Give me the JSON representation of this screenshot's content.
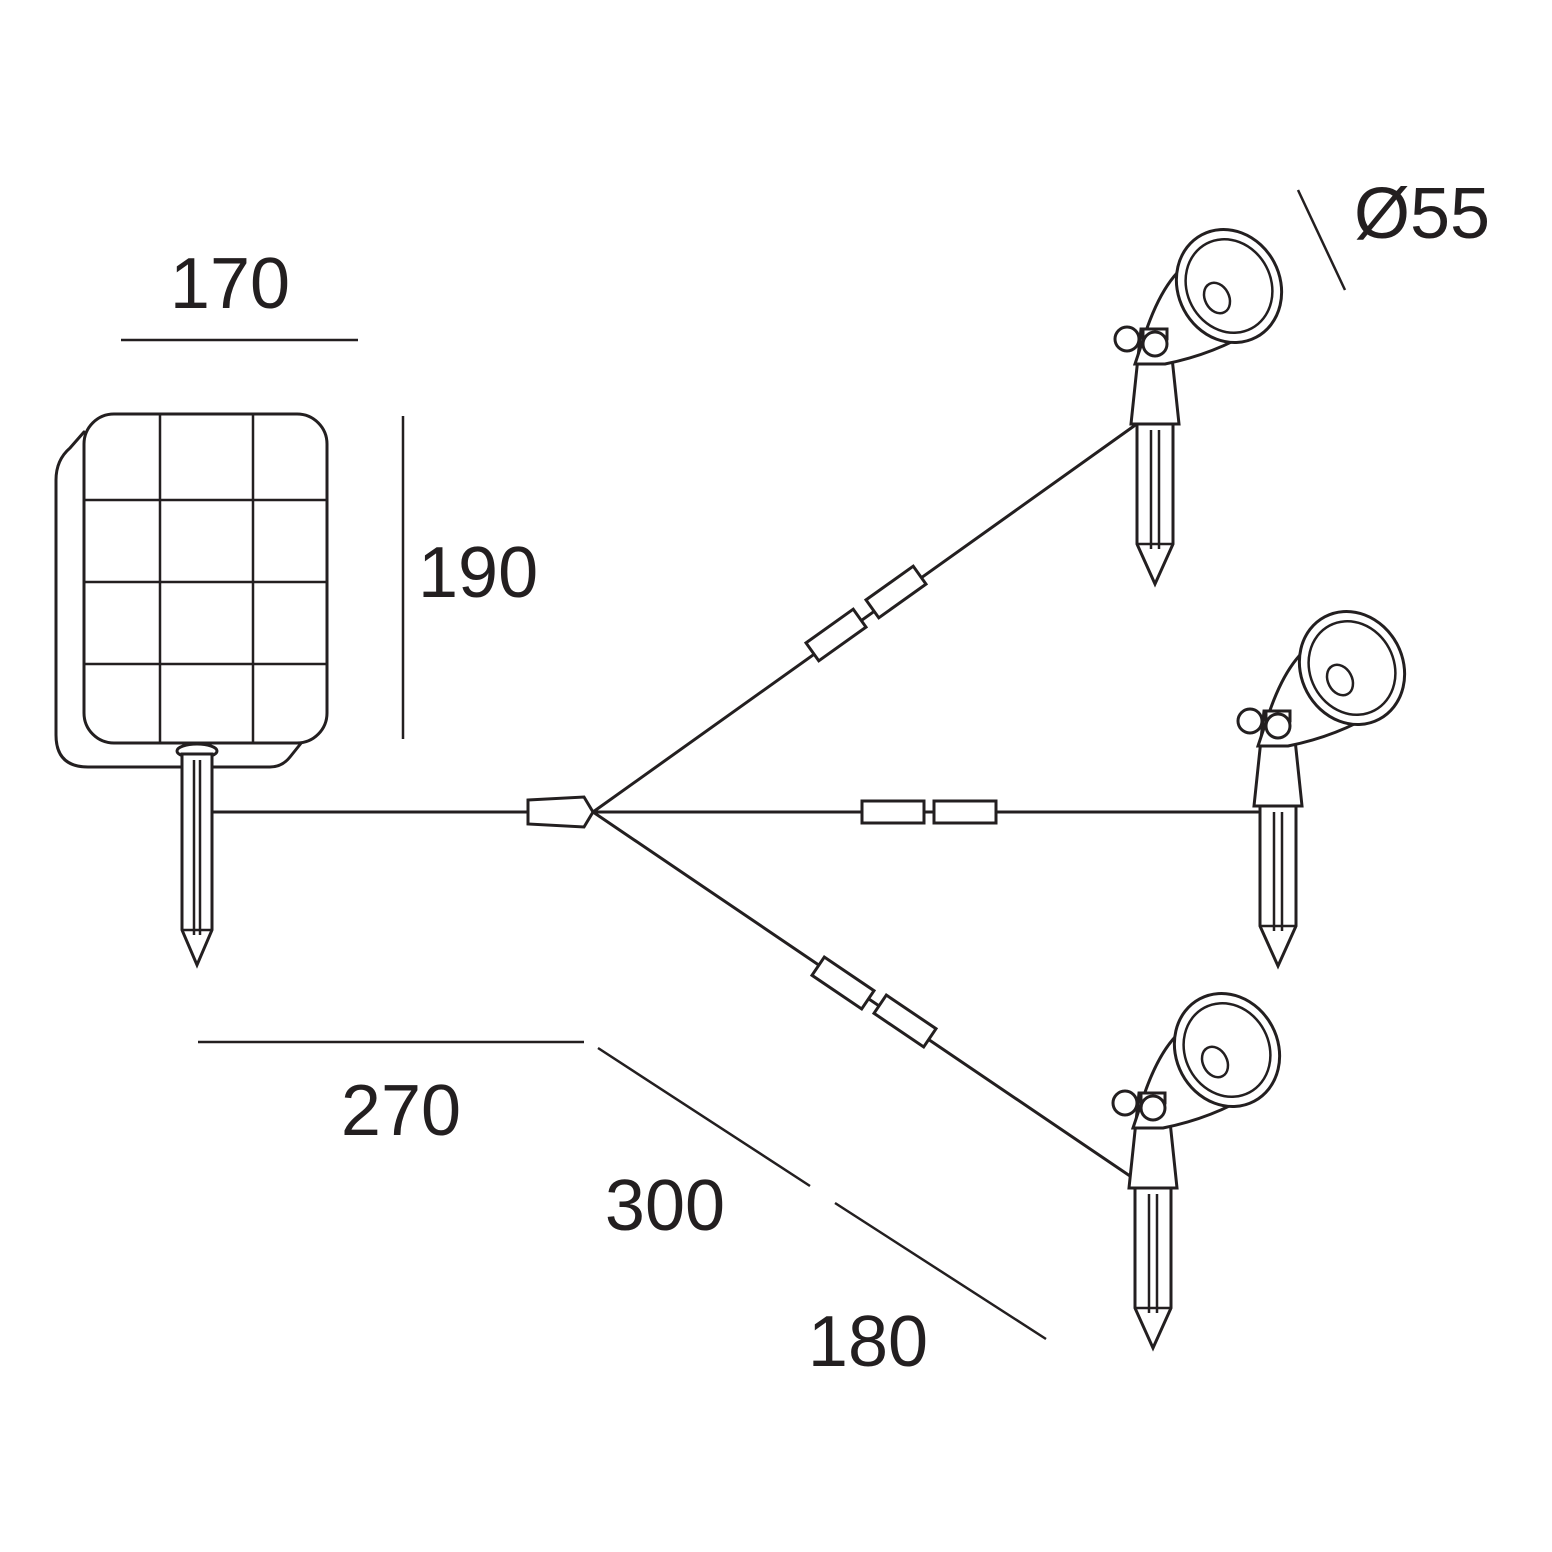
{
  "dimensions": {
    "panel_width": "170",
    "panel_height": "190",
    "panel_cable": "270",
    "branch_cable": "300",
    "spot_cable": "180",
    "spot_diameter": "Ø55"
  },
  "colors": {
    "line": "#231f20",
    "background": "#ffffff"
  }
}
